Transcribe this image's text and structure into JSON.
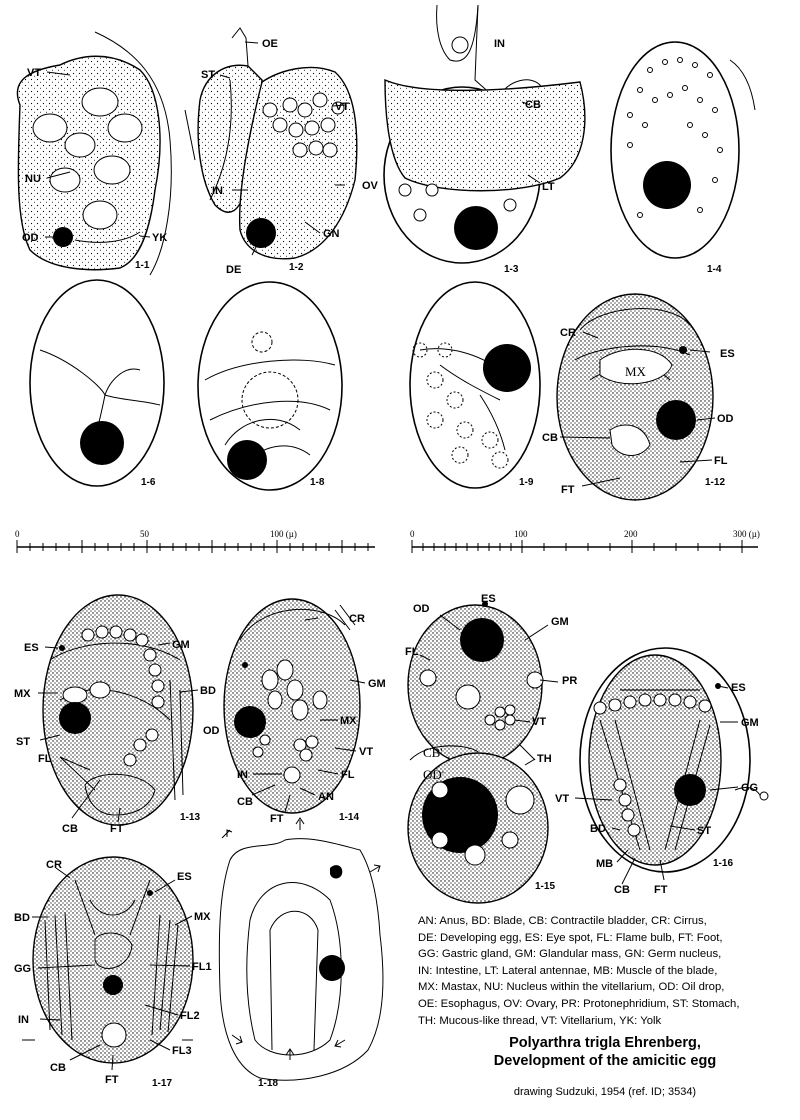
{
  "figures": {
    "f1_1": {
      "number": "1-1",
      "labels": {
        "vt": "VT",
        "nu": "NU",
        "od": "OD",
        "yk": "YK"
      }
    },
    "f1_2": {
      "number": "1-2",
      "labels": {
        "oe": "OE",
        "st": "ST",
        "vt": "VT",
        "in": "IN",
        "ov": "OV",
        "gn": "GN",
        "de": "DE"
      }
    },
    "f1_3": {
      "number": "1-3",
      "labels": {
        "in": "IN",
        "cb": "CB",
        "lt": "LT"
      }
    },
    "f1_4": {
      "number": "1-4"
    },
    "f1_6": {
      "number": "1-6"
    },
    "f1_8": {
      "number": "1-8"
    },
    "f1_9": {
      "number": "1-9"
    },
    "f1_12": {
      "number": "1-12",
      "labels": {
        "cr": "CR",
        "es": "ES",
        "mx": "MX",
        "od": "OD",
        "cb": "CB",
        "fl": "FL",
        "ft": "FT"
      }
    },
    "f1_13": {
      "number": "1-13",
      "labels": {
        "es": "ES",
        "gm": "GM",
        "mx": "MX",
        "bd": "BD",
        "st": "ST",
        "fl": "FL",
        "cb": "CB",
        "ft": "FT"
      }
    },
    "f1_14": {
      "number": "1-14",
      "labels": {
        "cr": "CR",
        "gm": "GM",
        "mx": "MX",
        "od": "OD",
        "vt": "VT",
        "in": "IN",
        "fl": "FL",
        "cb": "CB",
        "an": "AN",
        "ft": "FT"
      }
    },
    "f1_15": {
      "number": "1-15",
      "labels": {
        "od": "OD",
        "es": "ES",
        "gm": "GM",
        "fl": "FL",
        "pr": "PR",
        "vt": "VT",
        "cb2": "CB'",
        "od2": "OD'",
        "th": "TH"
      }
    },
    "f1_16": {
      "number": "1-16",
      "labels": {
        "es": "ES",
        "gm": "GM",
        "gg": "GG",
        "vt": "VT",
        "st": "ST",
        "bd": "BD",
        "mb": "MB",
        "cb": "CB",
        "ft": "FT"
      }
    },
    "f1_17": {
      "number": "1-17",
      "labels": {
        "cr": "CR",
        "es": "ES",
        "bd": "BD",
        "mx": "MX",
        "gg": "GG",
        "fl1": "FL1",
        "fl2": "FL2",
        "in": "IN",
        "fl3": "FL3",
        "cb": "CB",
        "ft": "FT"
      }
    },
    "f1_18": {
      "number": "1-18"
    }
  },
  "scales": {
    "left": {
      "ticks": [
        "0",
        "50",
        "100 (µ)"
      ]
    },
    "right": {
      "ticks": [
        "0",
        "100",
        "200",
        "300 (µ)"
      ]
    }
  },
  "legend": [
    "AN: Anus, BD: Blade, CB: Contractile bladder, CR: Cirrus,",
    "DE: Developing egg, ES: Eye spot, FL: Flame bulb, FT: Foot,",
    "GG: Gastric gland, GM: Glandular mass, GN: Germ nucleus,",
    "IN: Intestine, LT: Lateral antennae, MB: Muscle of the blade,",
    "MX: Mastax, NU: Nucleus within the vitellarium, OD: Oil drop,",
    "OE: Esophagus, OV: Ovary, PR: Protonephridium, ST: Stomach,",
    "TH: Mucous-like thread, VT: Vitellarium, YK: Yolk"
  ],
  "title": {
    "line1": "Polyarthra trigla Ehrenberg,",
    "line2": "Development of the amicitic egg"
  },
  "credit": "drawing Sudzuki, 1954 (ref. ID; 3534)"
}
